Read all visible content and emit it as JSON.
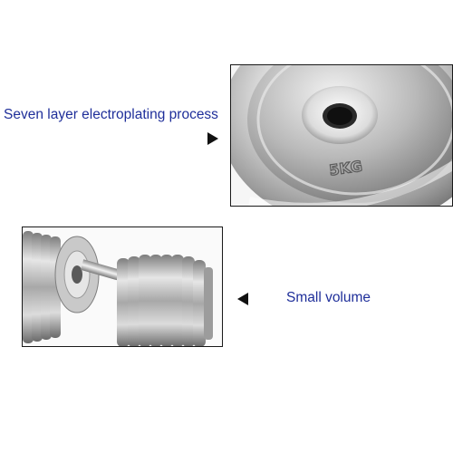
{
  "captions": {
    "electroplating": "Seven layer electroplating process",
    "volume": "Small volume"
  },
  "plate_marking": "5KG",
  "colors": {
    "caption": "#1f2f9a",
    "arrow": "#111111",
    "frame_border": "#1a1a1a"
  },
  "icons": {
    "arrow_right": "black-triangle-right-icon",
    "arrow_left": "black-triangle-left-icon"
  }
}
